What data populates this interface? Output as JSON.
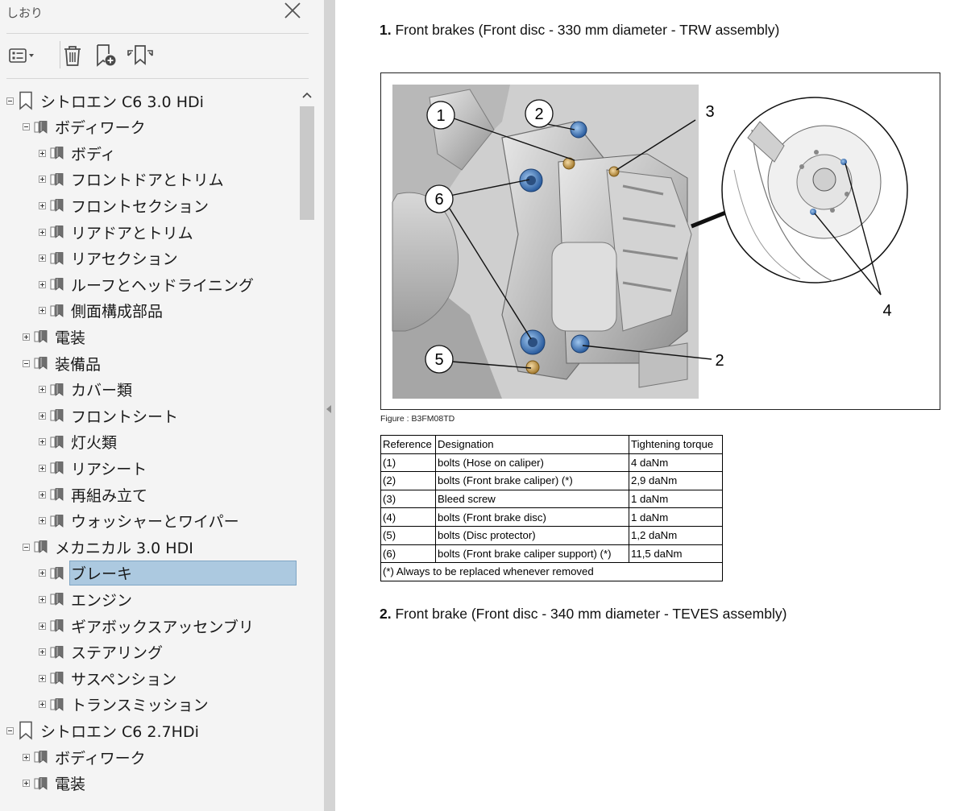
{
  "panel": {
    "title": "しおり",
    "close_icon": "close-icon",
    "toolbar": [
      {
        "name": "options-menu-button",
        "icon": "list-options-icon"
      },
      {
        "name": "delete-bookmark-button",
        "icon": "trash-icon"
      },
      {
        "name": "new-bookmark-button",
        "icon": "new-bookmark-icon"
      },
      {
        "name": "find-current-bookmark-button",
        "icon": "find-bookmark-icon"
      }
    ]
  },
  "bookmarks": [
    {
      "label": "シトロエン C6  3.0 HDi",
      "level": 0,
      "expanded": true,
      "icon": "bookmark-outline-icon"
    },
    {
      "label": "ボディワーク",
      "level": 1,
      "expanded": true,
      "icon": "bookmark-stack-icon"
    },
    {
      "label": "ボディ",
      "level": 2,
      "expanded": false,
      "icon": "bookmark-stack-icon"
    },
    {
      "label": "フロントドアとトリム",
      "level": 2,
      "expanded": false,
      "icon": "bookmark-stack-icon"
    },
    {
      "label": "フロントセクション",
      "level": 2,
      "expanded": false,
      "icon": "bookmark-stack-icon"
    },
    {
      "label": "リアドアとトリム",
      "level": 2,
      "expanded": false,
      "icon": "bookmark-stack-icon"
    },
    {
      "label": "リアセクション",
      "level": 2,
      "expanded": false,
      "icon": "bookmark-stack-icon"
    },
    {
      "label": "ルーフとヘッドライニング",
      "level": 2,
      "expanded": false,
      "icon": "bookmark-stack-icon"
    },
    {
      "label": "側面構成部品",
      "level": 2,
      "expanded": false,
      "icon": "bookmark-stack-icon"
    },
    {
      "label": "電装",
      "level": 1,
      "expanded": false,
      "icon": "bookmark-stack-icon"
    },
    {
      "label": "装備品",
      "level": 1,
      "expanded": true,
      "icon": "bookmark-stack-icon"
    },
    {
      "label": "カバー類",
      "level": 2,
      "expanded": false,
      "icon": "bookmark-stack-icon"
    },
    {
      "label": "フロントシート",
      "level": 2,
      "expanded": false,
      "icon": "bookmark-stack-icon"
    },
    {
      "label": "灯火類",
      "level": 2,
      "expanded": false,
      "icon": "bookmark-stack-icon"
    },
    {
      "label": "リアシート",
      "level": 2,
      "expanded": false,
      "icon": "bookmark-stack-icon"
    },
    {
      "label": "再組み立て",
      "level": 2,
      "expanded": false,
      "icon": "bookmark-stack-icon"
    },
    {
      "label": "ウォッシャーとワイパー",
      "level": 2,
      "expanded": false,
      "icon": "bookmark-stack-icon"
    },
    {
      "label": "メカニカル 3.0 HDI",
      "level": 1,
      "expanded": true,
      "icon": "bookmark-stack-icon"
    },
    {
      "label": "ブレーキ",
      "level": 2,
      "expanded": false,
      "selected": true,
      "icon": "bookmark-stack-icon"
    },
    {
      "label": "エンジン",
      "level": 2,
      "expanded": false,
      "icon": "bookmark-stack-icon"
    },
    {
      "label": "ギアボックスアッセンブリ",
      "level": 2,
      "expanded": false,
      "icon": "bookmark-stack-icon"
    },
    {
      "label": "ステアリング",
      "level": 2,
      "expanded": false,
      "icon": "bookmark-stack-icon"
    },
    {
      "label": "サスペンション",
      "level": 2,
      "expanded": false,
      "icon": "bookmark-stack-icon"
    },
    {
      "label": "トランスミッション",
      "level": 2,
      "expanded": false,
      "icon": "bookmark-stack-icon"
    },
    {
      "label": "シトロエン C6  2.7HDi",
      "level": 0,
      "expanded": true,
      "icon": "bookmark-outline-icon"
    },
    {
      "label": "ボディワーク",
      "level": 1,
      "expanded": false,
      "icon": "bookmark-stack-icon"
    },
    {
      "label": "電装",
      "level": 1,
      "expanded": false,
      "icon": "bookmark-stack-icon"
    }
  ],
  "document": {
    "section1": {
      "number": "1.",
      "text": " Front brakes (Front disc - 330 mm diameter - TRW assembly)"
    },
    "figure_callouts": [
      "1",
      "2",
      "3",
      "6",
      "5",
      "2",
      "4"
    ],
    "figure_caption": "Figure : B3FM08TD",
    "table": {
      "headers": [
        "Reference",
        "Designation",
        "Tightening torque"
      ],
      "rows": [
        [
          "(1)",
          "bolts (Hose on caliper)",
          "4 daNm"
        ],
        [
          "(2)",
          "bolts (Front brake caliper) (*)",
          "2,9 daNm"
        ],
        [
          "(3)",
          "Bleed screw",
          "1 daNm"
        ],
        [
          "(4)",
          "bolts (Front brake disc)",
          "1 daNm"
        ],
        [
          "(5)",
          "bolts (Disc protector)",
          "1,2 daNm"
        ],
        [
          "(6)",
          "bolts (Front brake caliper support) (*)",
          "11,5 daNm"
        ]
      ],
      "footnote": "(*) Always to be replaced whenever removed"
    },
    "section2": {
      "number": "2.",
      "text": " Front brake (Front disc - 340 mm diameter - TEVES assembly)"
    }
  },
  "colors": {
    "panel_bg": "#f4f4f4",
    "selection": "#acc9e0",
    "splitter": "#d4d4d4"
  }
}
